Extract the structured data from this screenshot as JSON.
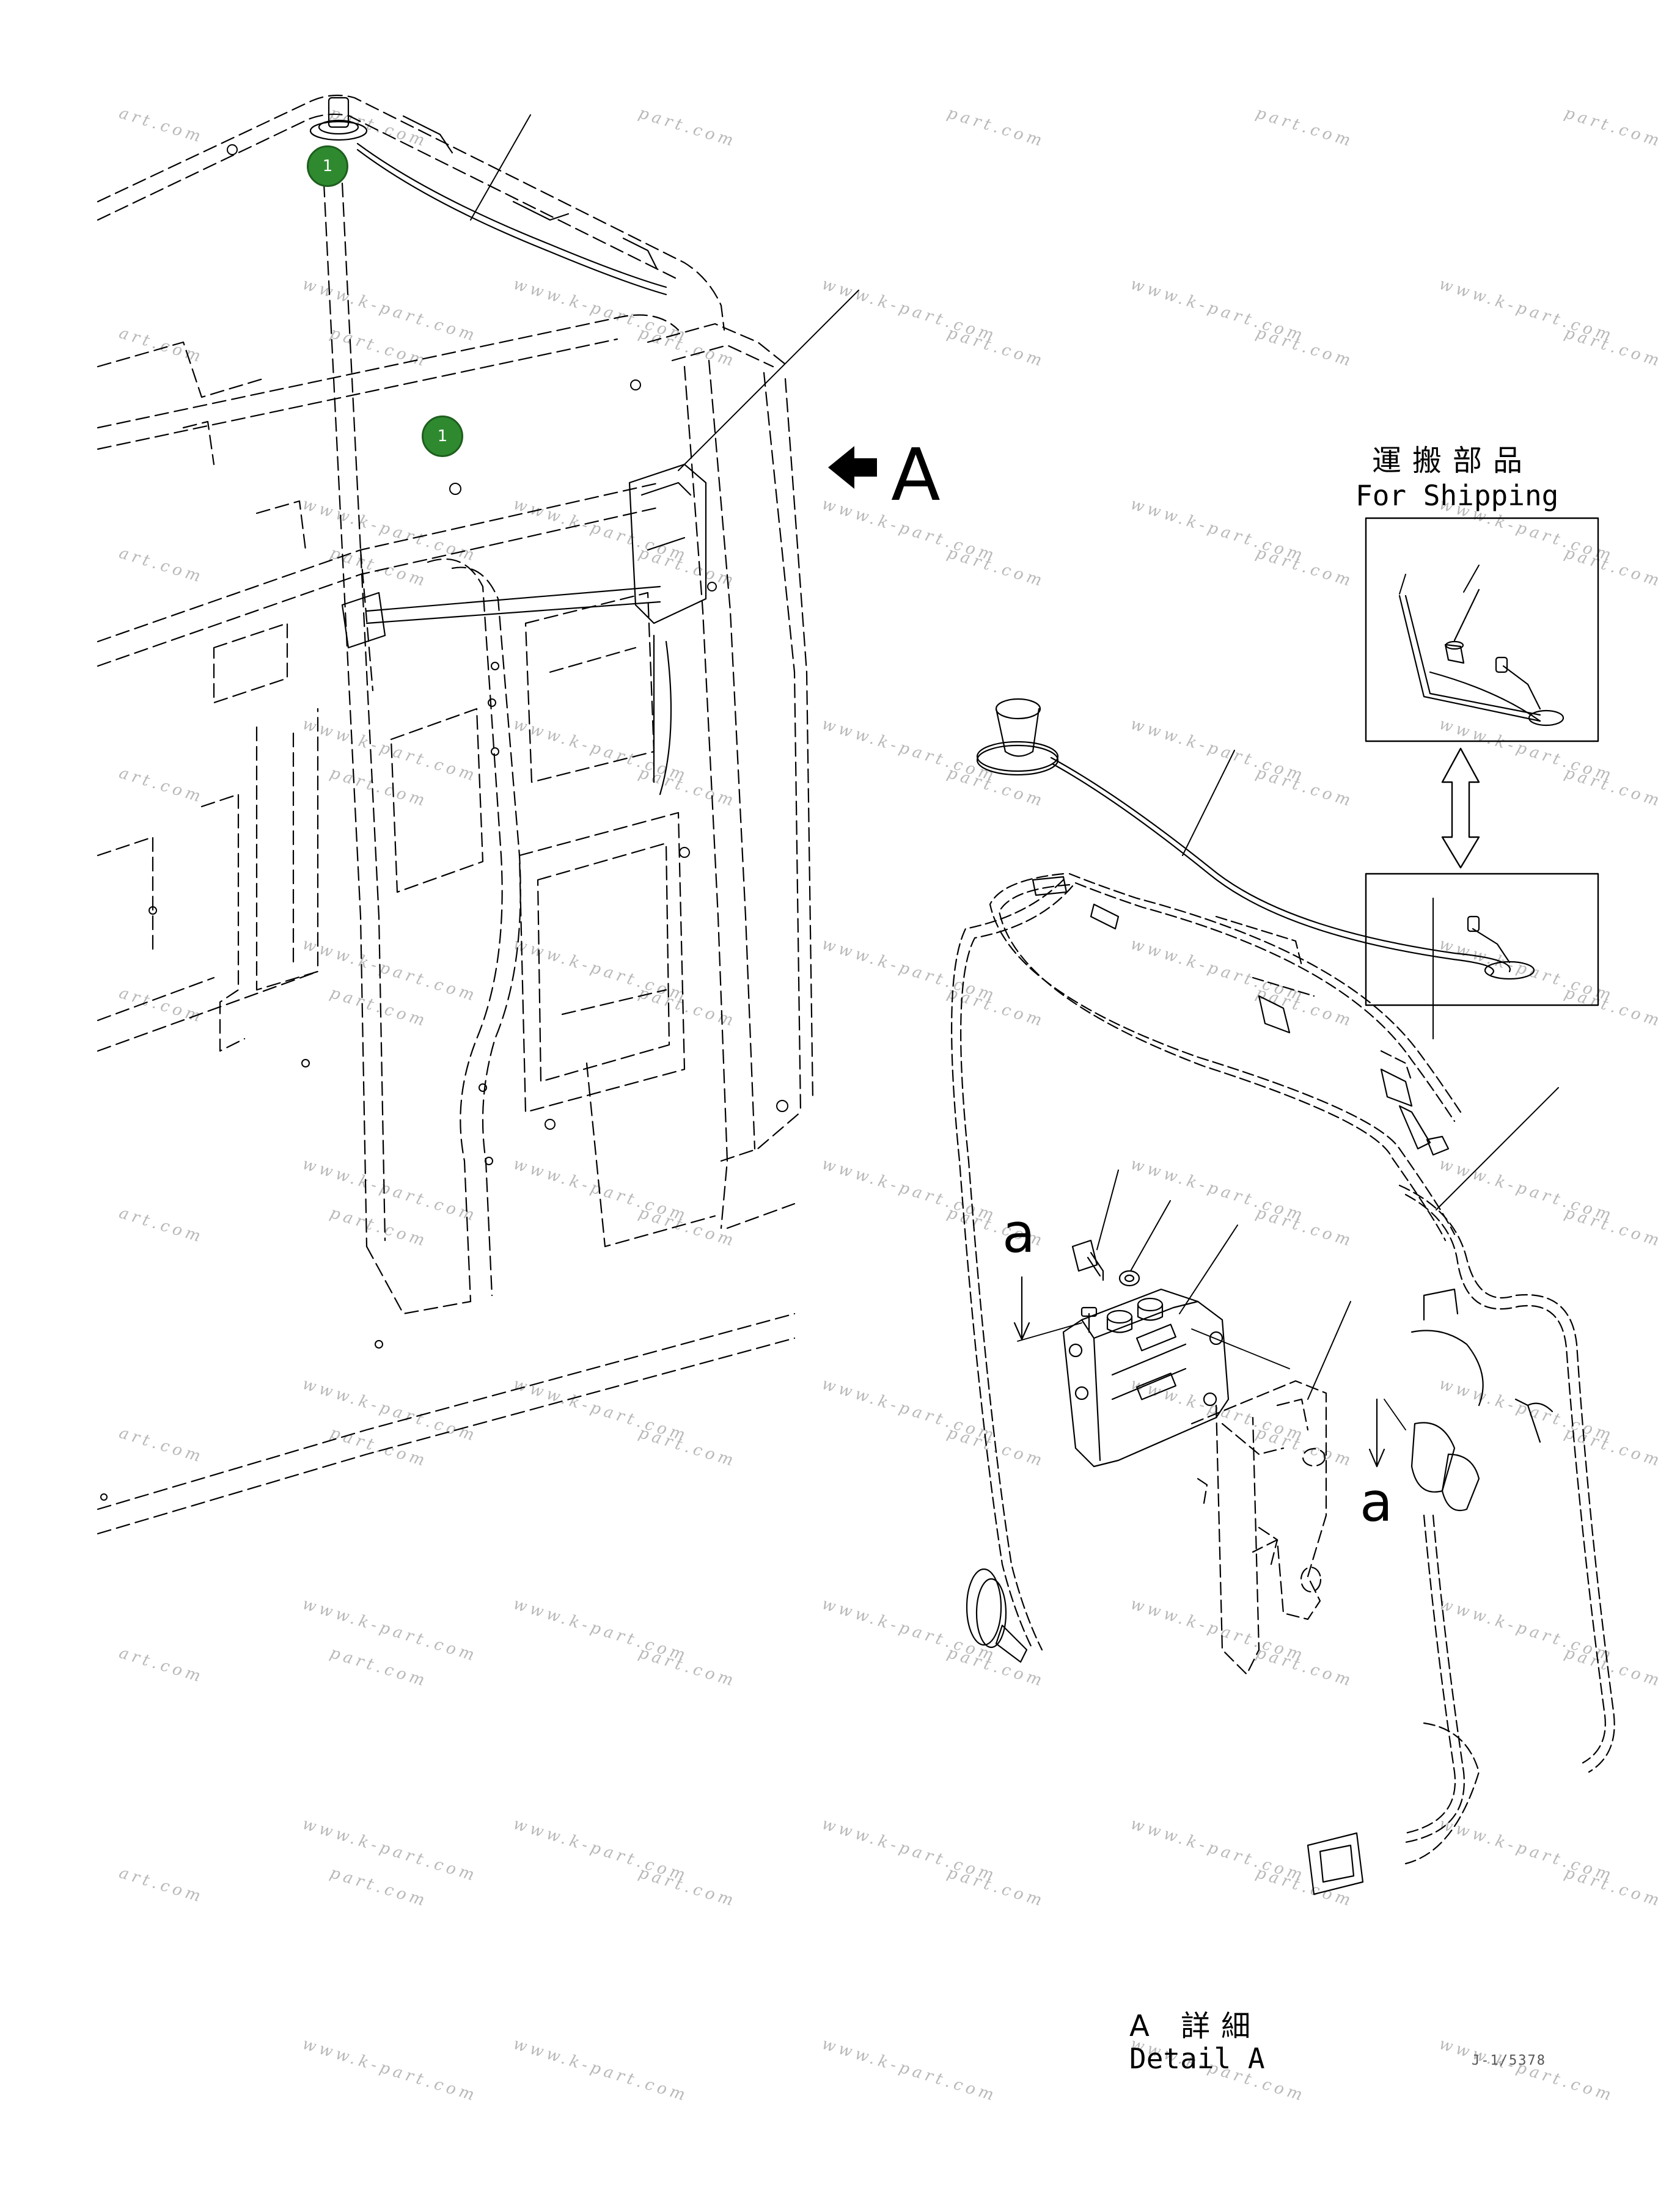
{
  "view_label": "A",
  "shipping": {
    "ja": "運搬部品",
    "en": "For Shipping"
  },
  "detail": {
    "ja": "A 詳細",
    "en": "Detail A"
  },
  "mount_marker": "a",
  "drawing_code": "J-1/5378",
  "callouts": [
    {
      "number": "1"
    },
    {
      "number": "1"
    }
  ],
  "watermark": {
    "full": "www.k-part.com",
    "fragment_part": "part.com",
    "fragment_art": "art.com"
  },
  "colors": {
    "line": "#000000",
    "badge": "#2f8a2f",
    "watermark": "#b8b8b8"
  }
}
